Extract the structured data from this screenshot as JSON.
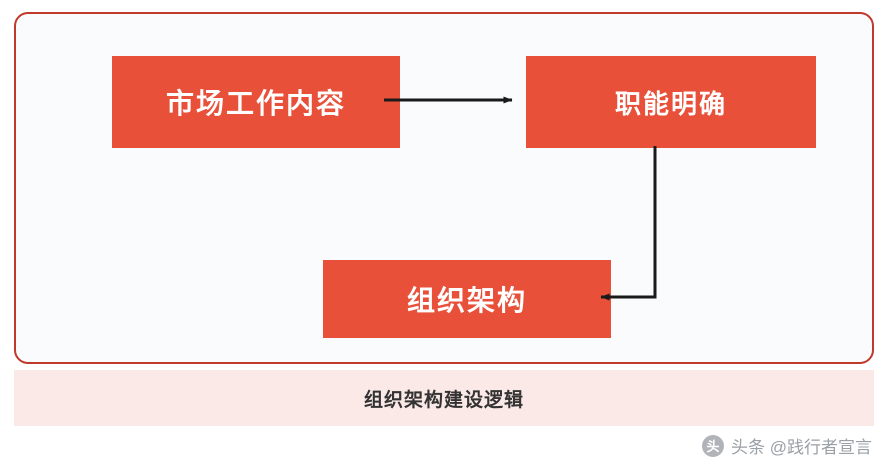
{
  "diagram": {
    "title": "组织架构建设逻辑",
    "nodes": [
      {
        "id": "market",
        "label": "市场工作内容"
      },
      {
        "id": "function",
        "label": "职能明确"
      },
      {
        "id": "org",
        "label": "组织架构"
      }
    ],
    "edges": [
      {
        "from": "市场工作内容",
        "to": "职能明确"
      },
      {
        "from": "职能明确",
        "to": "组织架构"
      }
    ],
    "colors": {
      "node_fill": "#e8503a",
      "node_text": "#ffffff",
      "panel_border": "#c0392b",
      "panel_fill": "#fafbfc",
      "caption_bar": "#fbe9e7",
      "caption_text": "#333333",
      "arrow": "#1a1a1a"
    }
  },
  "watermark": {
    "logo_char": "头",
    "text": "头条 @践行者宣言"
  }
}
